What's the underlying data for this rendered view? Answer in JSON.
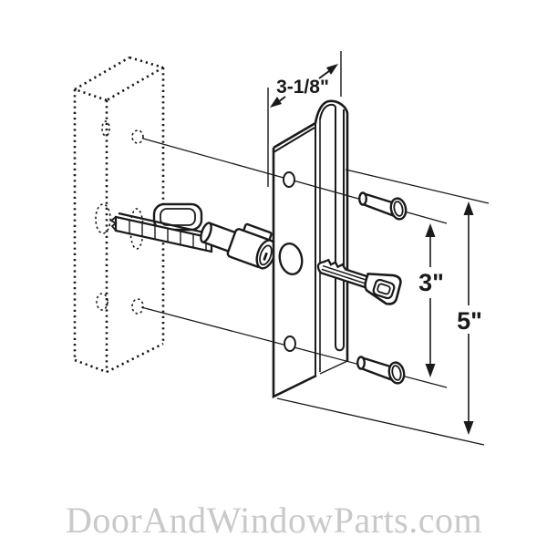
{
  "diagram": {
    "type": "technical-line-drawing",
    "subject": "sliding-door-latch-plate-exploded-view",
    "line_color": "#1a1a1a",
    "labels": {
      "plate_width": "3-1/8\"",
      "hole_spacing": "3\"",
      "plate_height": "5\""
    },
    "components": [
      "door-stile-hidden-outline",
      "latch-bolt-rack",
      "lock-cylinder",
      "latch-plate",
      "key",
      "top-screw",
      "bottom-screw"
    ]
  },
  "watermark": {
    "text": "DoorAndWindowParts.com",
    "color": "#c9c9c9"
  }
}
